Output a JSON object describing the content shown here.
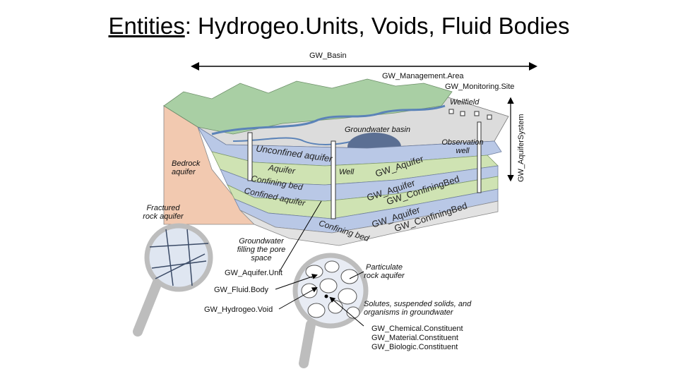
{
  "title": {
    "keyword": "Entities",
    "rest": ": Hydrogeo.Units, Voids, Fluid Bodies"
  },
  "labels": {
    "gw_basin": "GW_Basin",
    "gw_management_area": "GW_Management.Area",
    "gw_monitoring_site": "GW_Monitoring.Site",
    "wellfield": "Wellfield",
    "gw_aquifer_system": "GW_AquiferSystem",
    "groundwater_basin": "Groundwater basin",
    "observation_well": "Observation well",
    "bedrock_aquifer": "Bedrock aquifer",
    "fractured_rock_aquifer": "Fractured rock aquifer",
    "unconfined_aquifer": "Unconfined aquifer",
    "aquifer": "Aquifer",
    "confining_bed_1": "Confining bed",
    "confined_aquifer": "Confined aquifer",
    "confining_bed_2": "Confining bed",
    "well": "Well",
    "gw_aquifer_1": "GW_Aquifer",
    "gw_aquifer_2": "GW_Aquifer",
    "gw_confining_bed_1": "GW_ConfiningBed",
    "gw_aquifer_3": "GW_Aquifer",
    "gw_confining_bed_2": "GW_ConfiningBed",
    "groundwater_filling": "Groundwater filling the pore space",
    "gw_aquifer_unit": "GW_Aquifer.Unit",
    "gw_fluid_body": "GW_Fluid.Body",
    "gw_hydrogeo_void": "GW_Hydrogeo.Void",
    "particulate_rock_aquifer": "Particulate rock aquifer",
    "solutes": "Solutes, suspended solids, and organisms in groundwater",
    "gw_chemical_constituent": "GW_Chemical.Constituent",
    "gw_material_constituent": "GW_Material.Constituent",
    "gw_biologic_constituent": "GW_Biologic.Constituent"
  },
  "colors": {
    "aquifer_blue": "#b9c8e6",
    "confining_green": "#cfe3b3",
    "surface_gray": "#d9d9d9",
    "mountain_green": "#a9cfa4",
    "bedrock_tan": "#f2c9b0",
    "water_blue": "#5b83b8",
    "confining_gray": "#dcdcdc"
  }
}
